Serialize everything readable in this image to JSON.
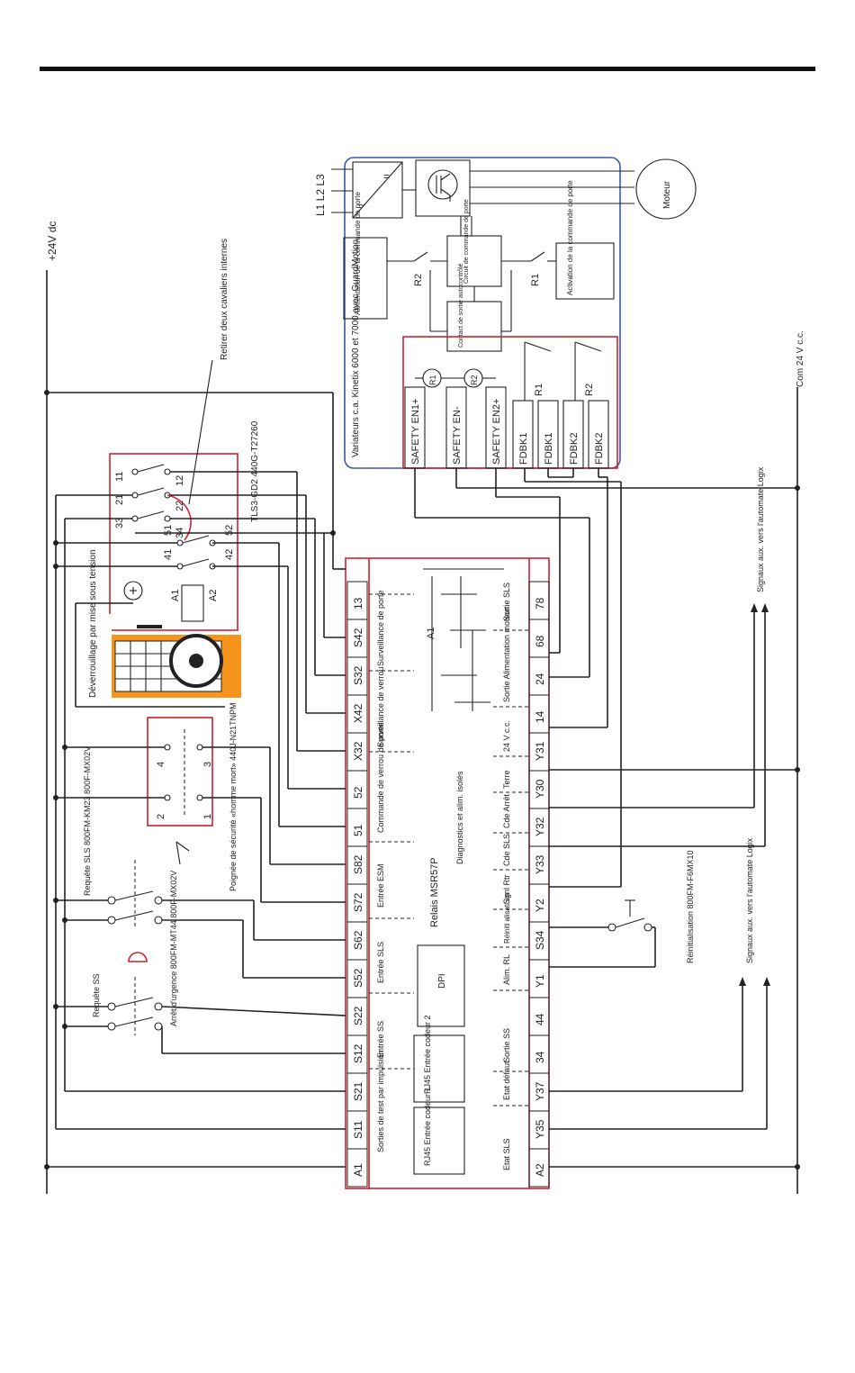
{
  "colors": {
    "relay_frame": "#d2202f",
    "drive_frame": "#3a5aa5",
    "wire": "#222222",
    "lock_orange": "#f7941d"
  },
  "rails": {
    "plus24": "+24V dc",
    "com24": "Com 24 V c.c."
  },
  "drive": {
    "title": "Variateurs c.a. Kinetix 6000 et 7000 avec GuardMotion",
    "phases": "L1 L2 L3",
    "motor": "Moteur",
    "gate_supply": "Alimentation de la commande de porte",
    "gate_circuit": "Circuit de commande de porte",
    "gate_enable": "Activation de la commande de porte",
    "monitored_contact": "Contact de sortie autocontrôlé",
    "r1": "R1",
    "r2": "R2",
    "terminals": [
      "SAFETY EN1+",
      "SAFETY EN-",
      "SAFETY EN2+",
      "FDBK1",
      "FDBK1",
      "FDBK2",
      "FDBK2"
    ]
  },
  "lock": {
    "model": "TLS3-GD2 440G-T27260",
    "remove_jumpers": "Retirer deux cavaliers internes",
    "contacts": [
      "11",
      "21",
      "33",
      "12",
      "22",
      "34",
      "41",
      "51",
      "52",
      "42",
      "A1",
      "A2"
    ],
    "power_unlock": "Déverrouillage par mise sous tension"
  },
  "devices": {
    "enabling_switch": "Poignée de sécurité «homme mort» 440J-N21TNPM",
    "enabling_numbers": [
      "4",
      "3",
      "2",
      "1"
    ],
    "sls_request": "Requête SLS 800FM-KM23 800F-MX02V",
    "ss_request": "Requête SS",
    "estop": "Arrêt d'urgence 800FM-MT44 800F-MX02V",
    "reset": "Réinitialisation 800FM-F6MX10",
    "aux_signals_top": "Signaux aux. vers l'automate Logix",
    "aux_signals_bottom": "Signaux aux. vers l'automate Logix"
  },
  "relay": {
    "name": "Relais MSR57P",
    "dpi": "DPI",
    "rj45_1": "RJ45 Entrée codeur 1",
    "rj45_2": "RJ45 Entrée codeur 2",
    "diag": "Diagnostics et alim. isolés",
    "top_terminals": [
      "A1",
      "S11",
      "S21",
      "S12",
      "S22",
      "S52",
      "S62",
      "S72",
      "S82",
      "51",
      "52",
      "X32",
      "X42",
      "S32",
      "S42",
      "13"
    ],
    "bottom_terminals": [
      "A2",
      "Y35",
      "Y37",
      "34",
      "44",
      "Y1",
      "S34",
      "Y2",
      "Y33",
      "Y32",
      "Y30",
      "Y31",
      "14",
      "24",
      "68",
      "78"
    ],
    "top_groups": [
      "Sorties de test par impulsion",
      "Entrée SS",
      "Entrée SLS",
      "Entrée ESM",
      "Commande de verrou de porte",
      "Surveillance de verrou",
      "Surveillance de porte"
    ],
    "bottom_groups": [
      "Etat SLS",
      "Etat défaut",
      "Sortie SS",
      "Alim. RL",
      "Réiniti alisati on",
      "Sgnl Rtr",
      "Cde SLS",
      "Cde Arrêt",
      "Terre",
      "24 V c.c.",
      "Sortie Alimentation moteur",
      "Sortie SLS"
    ],
    "a1_label": "A1"
  }
}
